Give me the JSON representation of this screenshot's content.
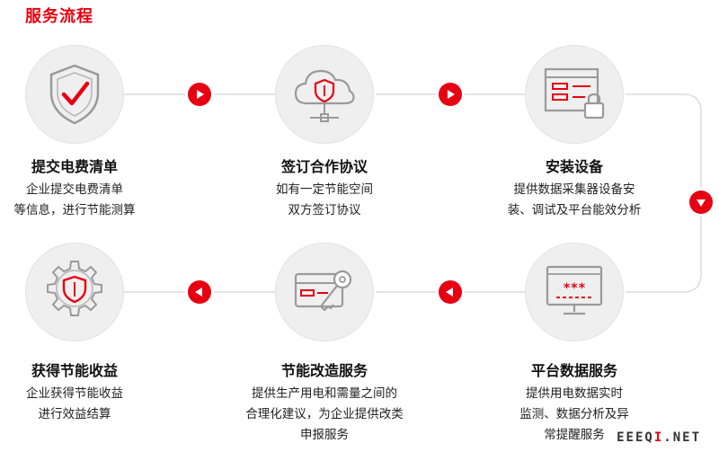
{
  "title": "服务流程",
  "steps": [
    {
      "title": "提交电费清单",
      "desc": [
        "企业提交电费清单",
        "等信息，进行节能测算"
      ],
      "icon": "shield-check-icon"
    },
    {
      "title": "签订合作协议",
      "desc": [
        "如有一定节能空间",
        "双方签订协议"
      ],
      "icon": "cloud-shield-icon"
    },
    {
      "title": "安装设备",
      "desc": [
        "提供数据采集器设备安",
        "装、调试及平台能效分析"
      ],
      "icon": "window-lock-icon"
    },
    {
      "title": "平台数据服务",
      "desc": [
        "提供用电数据实时",
        "监测、数据分析及异",
        "常提醒服务"
      ],
      "icon": "monitor-icon"
    },
    {
      "title": "节能改造服务",
      "desc": [
        "提供生产用电和需量之间的",
        "合理化建议，为企业提供改类",
        "申报服务"
      ],
      "icon": "card-key-icon"
    },
    {
      "title": "获得节能收益",
      "desc": [
        "企业获得节能收益",
        "进行效益结算"
      ],
      "icon": "gear-shield-icon"
    }
  ],
  "watermark": {
    "prefix": "EEEQ",
    "accent": "I",
    "suffix": ".NET"
  },
  "colors": {
    "accent": "#e60012",
    "circle": "#efefef",
    "icon_gray": "#9a9a9a"
  }
}
